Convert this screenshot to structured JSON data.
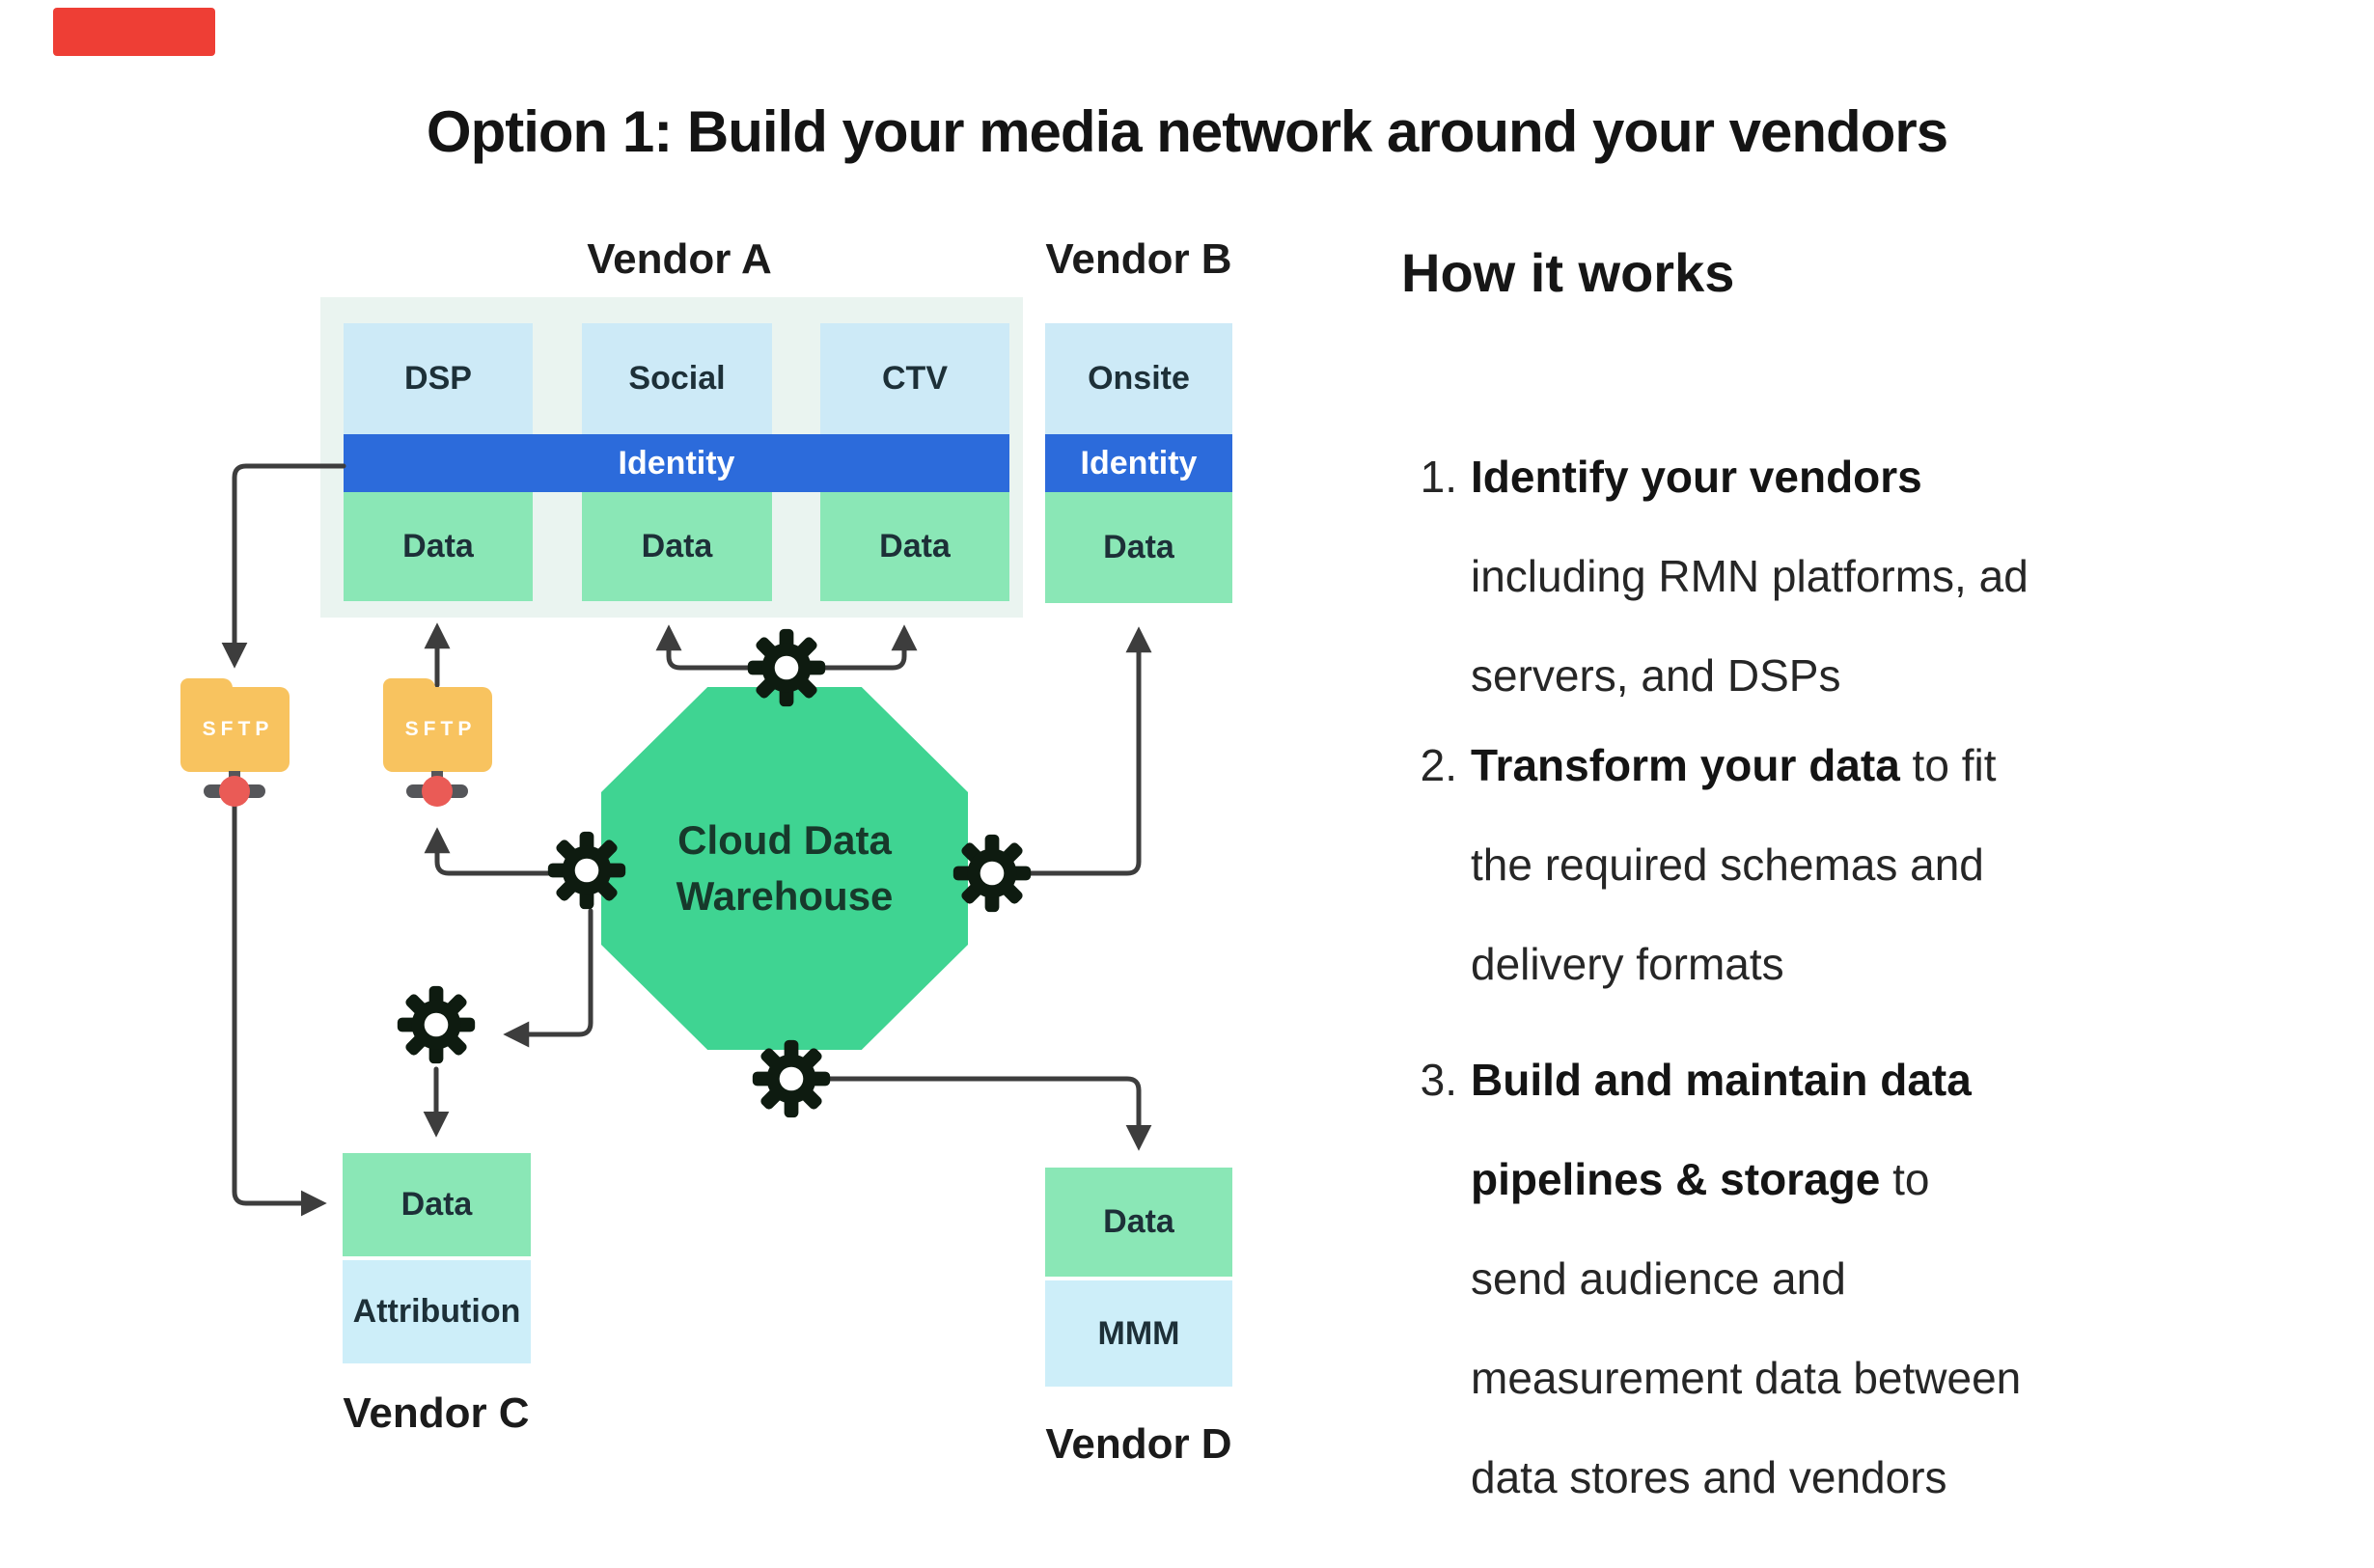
{
  "badge": {
    "note": "red-marker"
  },
  "title": "Option 1: Build your media network around your vendors",
  "diagram": {
    "vendor_a": {
      "label": "Vendor A",
      "channels": [
        "DSP",
        "Social",
        "CTV"
      ],
      "identity_label": "Identity",
      "data_labels": [
        "Data",
        "Data",
        "Data"
      ]
    },
    "vendor_b": {
      "label": "Vendor B",
      "channel": "Onsite",
      "identity_label": "Identity",
      "data_label": "Data"
    },
    "vendor_c": {
      "label": "Vendor C",
      "data_label": "Data",
      "layer_label": "Attribution"
    },
    "vendor_d": {
      "label": "Vendor D",
      "data_label": "Data",
      "layer_label": "MMM"
    },
    "warehouse_label": "Cloud Data\nWarehouse",
    "sftp_left_label": "SFTP",
    "sftp_right_label": "SFTP"
  },
  "how_it_works": {
    "heading": "How it works",
    "items": [
      {
        "number": "1.",
        "bold": "Identify your vendors",
        "rest": "\nincluding RMN platforms, ad\nservers, and DSPs"
      },
      {
        "number": "2.",
        "bold": "Transform your data",
        "rest": " to fit\nthe required schemas and\ndelivery formats"
      },
      {
        "number": "3.",
        "bold": "Build and maintain data\npipelines & storage",
        "rest": " to\nsend audience and\nmeasurement data between\ndata stores and vendors"
      }
    ]
  },
  "colors": {
    "light_blue": "#cdeaf7",
    "identity_blue": "#2c6bdb",
    "data_green": "#8ae7b6",
    "octagon_green": "#3fd492",
    "folder_orange": "#f8c35f",
    "node_red": "#ea5b56",
    "node_gray": "#55565a",
    "arrow_gray": "#3d3d3d",
    "gear_black": "#0e1b10",
    "container_mint": "#eaf4f0",
    "badge_red": "#ee3e35"
  }
}
